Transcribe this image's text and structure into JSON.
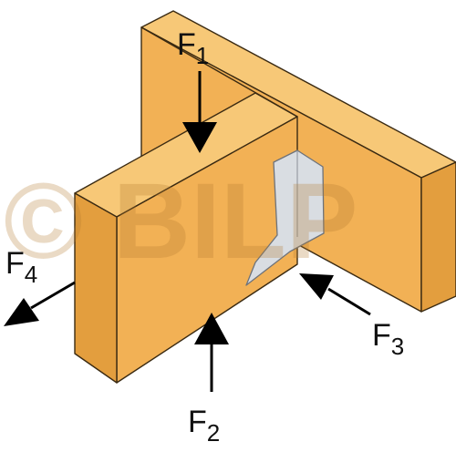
{
  "watermark": {
    "text": "© BILP"
  },
  "forces": [
    {
      "id": "F1",
      "main": "F",
      "sub": "1"
    },
    {
      "id": "F2",
      "main": "F",
      "sub": "2"
    },
    {
      "id": "F3",
      "main": "F",
      "sub": "3"
    },
    {
      "id": "F4",
      "main": "F",
      "sub": "4"
    }
  ],
  "colors": {
    "timber_front": "#f2b155",
    "timber_top": "#f7c877",
    "timber_side": "#e39e3e",
    "hanger": "#d9dde2",
    "arrow": "#000000"
  }
}
